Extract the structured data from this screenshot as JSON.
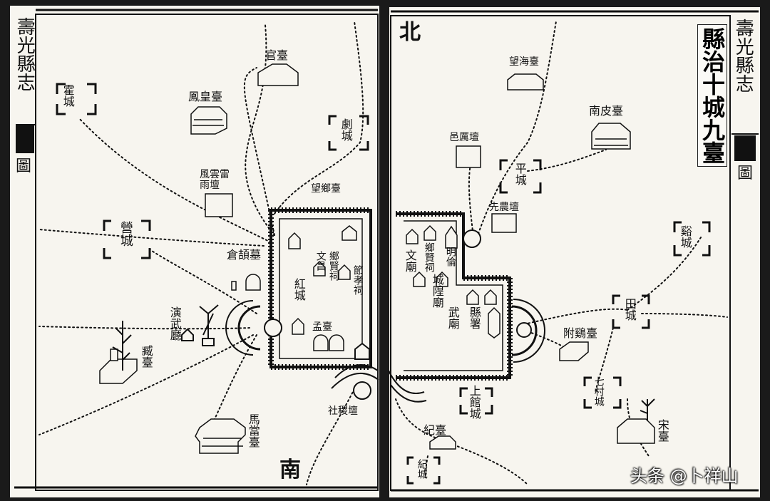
{
  "map": {
    "right_title": "縣治十城九臺",
    "left_margin_text": "壽光縣志",
    "right_margin_text": "壽光縣志",
    "left_side_tab": "圖",
    "right_side_tab": "圖",
    "north": "北",
    "south": "南",
    "watermark": "头条 @卜祥山",
    "left_labels": {
      "huo_city": "霍城",
      "guan_tai": "官臺",
      "fenghuang_tai": "鳳皇臺",
      "ji_city": "劇城",
      "fengyun_tan": "風雲雷雨壇",
      "lixiang_tai": "望鄉臺",
      "li_city": "營城",
      "cangjie_mu": "倉頡墓",
      "wenchang": "文昌",
      "xiang_ci": "鄉賢祠",
      "jiexiao": "節孝祠",
      "hong_city": "紅城",
      "yanwu": "演武廳",
      "zang_tai": "臧臺",
      "meng_tai": "孟臺",
      "mahou_tai": "馬當臺",
      "sheji_tan": "社稷壇"
    },
    "right_labels": {
      "wanghai_tai": "望海臺",
      "nanpi_tai": "南皮臺",
      "lili_tan": "邑厲壇",
      "ben_city": "平城",
      "xiannong_tan": "先農壇",
      "wencheng": "文廟",
      "xiang_ci": "鄉賢祠",
      "cheng_huang": "城隍廟",
      "wu_miao": "武廟",
      "county": "縣署",
      "ming_lun": "明倫",
      "shanzi_city": "谿城",
      "tian_city": "田城",
      "fuji_tai": "附鷄臺",
      "shangci_city": "上館城",
      "qi_city": "紀臺",
      "qi_city2": "紀城",
      "qizhou_city": "七村城",
      "songniu_tai": "宋臺"
    }
  }
}
